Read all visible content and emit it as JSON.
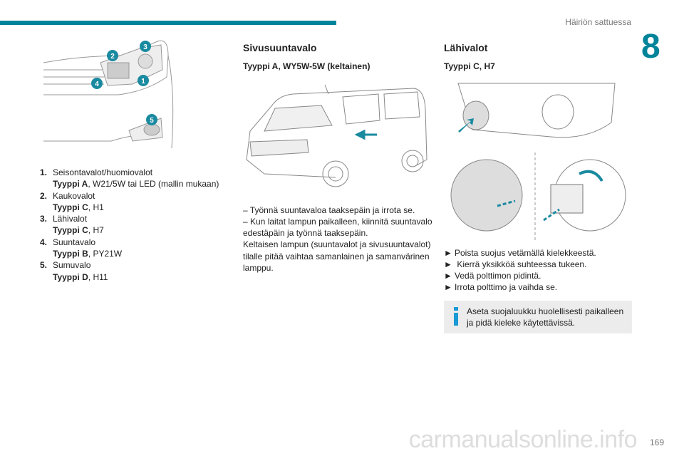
{
  "header": {
    "section_title": "Häiriön sattuessa",
    "chapter_number": "8"
  },
  "col1": {
    "callouts": [
      "1",
      "2",
      "3",
      "4",
      "5"
    ],
    "items": [
      {
        "num": "1.",
        "name": "Seisontavalot/huomiovalot",
        "type": "Tyyppi A",
        "spec": ", W21/5W tai LED (mallin mukaan)"
      },
      {
        "num": "2.",
        "name": "Kaukovalot",
        "type": "Tyyppi C",
        "spec": ", H1"
      },
      {
        "num": "3.",
        "name": "Lähivalot",
        "type": "Tyyppi C",
        "spec": ", H7"
      },
      {
        "num": "4.",
        "name": "Suuntavalo",
        "type": "Tyyppi B",
        "spec": ", PY21W"
      },
      {
        "num": "5.",
        "name": "Sumuvalo",
        "type": "Tyyppi D",
        "spec": ", H11"
      }
    ]
  },
  "col2": {
    "title": "Sivusuuntavalo",
    "subtitle": "Tyyppi A, WY5W-5W (keltainen)",
    "lines": [
      "– Työnnä suuntavaloa taaksepäin ja irrota se.",
      "– Kun laitat lampun paikalleen, kiinnitä suuntavalo edestäpäin ja työnnä taaksepäin.",
      "Keltaisen lampun (suuntavalot ja sivusuuntavalot) tilalle pitää vaihtaa samanlainen ja samanvärinen lamppu."
    ]
  },
  "col3": {
    "title": "Lähivalot",
    "subtitle": "Tyyppi C, H7",
    "bullet": "►",
    "steps": [
      "Poista suojus vetämällä kielekkeestä.",
      " Kierrä yksikköä suhteessa tukeen.",
      "Vedä polttimon pidintä.",
      "Irrota polttimo ja vaihda se."
    ],
    "note": "Aseta suojaluukku huolellisesti paikalleen ja pidä kieleke käytettävissä."
  },
  "footer": {
    "page_number": "169",
    "watermark": "carmanualsonline.info"
  },
  "colors": {
    "accent": "#00849a",
    "callout": "#1a8aa0",
    "arrow": "#1a8aa0",
    "note_bg": "#ececec",
    "info": "#1a9ad6"
  }
}
